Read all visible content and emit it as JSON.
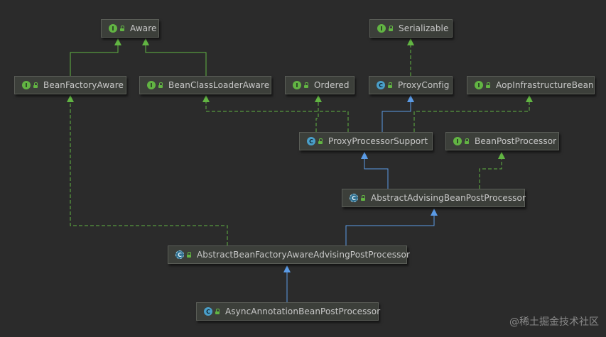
{
  "nodes": [
    {
      "id": "aware",
      "label": "Aware",
      "kind": "interface"
    },
    {
      "id": "serializable",
      "label": "Serializable",
      "kind": "interface"
    },
    {
      "id": "beanFactoryAware",
      "label": "BeanFactoryAware",
      "kind": "interface"
    },
    {
      "id": "beanClassLoaderAware",
      "label": "BeanClassLoaderAware",
      "kind": "interface"
    },
    {
      "id": "ordered",
      "label": "Ordered",
      "kind": "interface"
    },
    {
      "id": "proxyConfig",
      "label": "ProxyConfig",
      "kind": "class"
    },
    {
      "id": "aopInfrastructureBean",
      "label": "AopInfrastructureBean",
      "kind": "interface"
    },
    {
      "id": "proxyProcessorSupport",
      "label": "ProxyProcessorSupport",
      "kind": "class"
    },
    {
      "id": "beanPostProcessor",
      "label": "BeanPostProcessor",
      "kind": "interface"
    },
    {
      "id": "abstractAdvisingBeanPostProcessor",
      "label": "AbstractAdvisingBeanPostProcessor",
      "kind": "abstract"
    },
    {
      "id": "abstractBeanFactoryAwareAdvisingPostProcessor",
      "label": "AbstractBeanFactoryAwareAdvisingPostProcessor",
      "kind": "abstract"
    },
    {
      "id": "asyncAnnotationBeanPostProcessor",
      "label": "AsyncAnnotationBeanPostProcessor",
      "kind": "class"
    }
  ],
  "badges": {
    "interface": "I",
    "class": "C",
    "abstract": "C"
  },
  "colors": {
    "background": "#2b2b2b",
    "implements": "#62b543",
    "extends": "#5b9be6",
    "node_bg": "#3c3f3a",
    "text": "#c8c8c8"
  },
  "edges": [
    {
      "from": "beanFactoryAware",
      "to": "aware",
      "type": "extends-interface"
    },
    {
      "from": "beanClassLoaderAware",
      "to": "aware",
      "type": "extends-interface"
    },
    {
      "from": "proxyConfig",
      "to": "serializable",
      "type": "implements"
    },
    {
      "from": "proxyProcessorSupport",
      "to": "proxyConfig",
      "type": "extends"
    },
    {
      "from": "proxyProcessorSupport",
      "to": "beanClassLoaderAware",
      "type": "implements"
    },
    {
      "from": "proxyProcessorSupport",
      "to": "ordered",
      "type": "implements"
    },
    {
      "from": "proxyProcessorSupport",
      "to": "aopInfrastructureBean",
      "type": "implements"
    },
    {
      "from": "abstractAdvisingBeanPostProcessor",
      "to": "proxyProcessorSupport",
      "type": "extends"
    },
    {
      "from": "abstractAdvisingBeanPostProcessor",
      "to": "beanPostProcessor",
      "type": "implements"
    },
    {
      "from": "abstractBeanFactoryAwareAdvisingPostProcessor",
      "to": "abstractAdvisingBeanPostProcessor",
      "type": "extends"
    },
    {
      "from": "abstractBeanFactoryAwareAdvisingPostProcessor",
      "to": "beanFactoryAware",
      "type": "implements"
    },
    {
      "from": "asyncAnnotationBeanPostProcessor",
      "to": "abstractBeanFactoryAwareAdvisingPostProcessor",
      "type": "extends"
    }
  ],
  "watermark": "@稀土掘金技术社区"
}
